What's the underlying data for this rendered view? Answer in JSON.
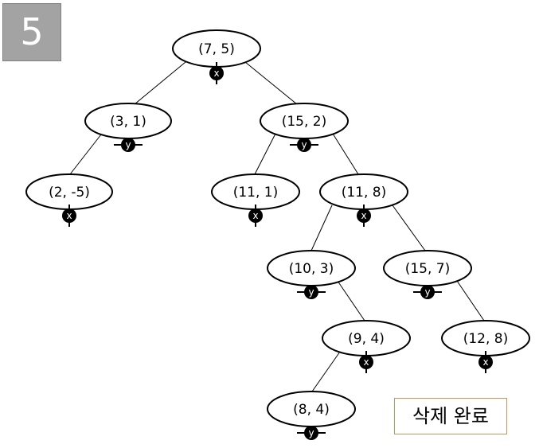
{
  "step_number": "5",
  "status_text": "삭제 완료",
  "colors": {
    "badge_bg": "#a3a3a3",
    "status_border": "#c8955a",
    "axis_marker": "#000000"
  },
  "tree": {
    "nodes": [
      {
        "id": "n1",
        "label": "(7, 5)",
        "axis": "x"
      },
      {
        "id": "n2",
        "label": "(3, 1)",
        "axis": "y"
      },
      {
        "id": "n3",
        "label": "(15, 2)",
        "axis": "y"
      },
      {
        "id": "n4",
        "label": "(2, -5)",
        "axis": "x"
      },
      {
        "id": "n5",
        "label": "(11, 1)",
        "axis": "x"
      },
      {
        "id": "n6",
        "label": "(11, 8)",
        "axis": "x"
      },
      {
        "id": "n7",
        "label": "(10, 3)",
        "axis": "y"
      },
      {
        "id": "n8",
        "label": "(15, 7)",
        "axis": "y"
      },
      {
        "id": "n9",
        "label": "(9, 4)",
        "axis": "x"
      },
      {
        "id": "n10",
        "label": "(12, 8)",
        "axis": "x"
      },
      {
        "id": "n11",
        "label": "(8, 4)",
        "axis": "y"
      }
    ]
  }
}
